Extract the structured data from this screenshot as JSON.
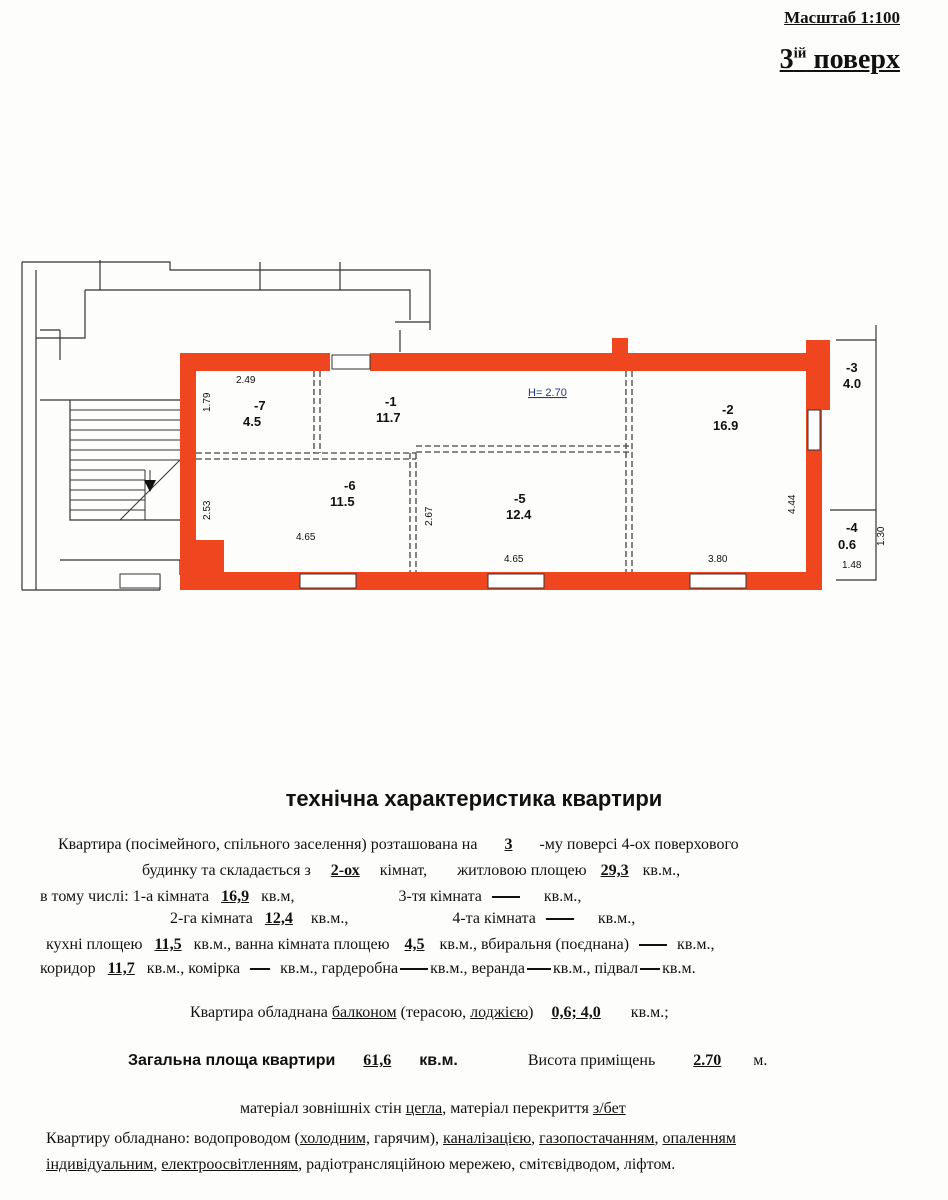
{
  "header": {
    "scale": "Масштаб 1:100",
    "floor_num": "3",
    "floor_sup": "ій",
    "floor_word": "поверх"
  },
  "plan": {
    "height_label": "H= 2.70",
    "rooms": [
      {
        "num": "-1",
        "area": "11.7"
      },
      {
        "num": "-2",
        "area": "16.9"
      },
      {
        "num": "-3",
        "area": "4.0"
      },
      {
        "num": "-4",
        "area": "0.6"
      },
      {
        "num": "-5",
        "area": "12.4"
      },
      {
        "num": "-6",
        "area": "11.5"
      },
      {
        "num": "-7",
        "area": "4.5"
      }
    ],
    "dims": {
      "d249": "2.49",
      "d179": "1.79",
      "d253": "2.53",
      "d267": "2.67",
      "d465a": "4.65",
      "d465b": "4.65",
      "d380": "3.80",
      "d444": "4.44",
      "d130": "1.30",
      "d148": "1.48"
    },
    "colors": {
      "wall": "#f0461f"
    }
  },
  "doc": {
    "title": "технічна характеристика квартири",
    "l1_a": "Квартира (посімейного, спільного заселення) розташована на",
    "l1_v": "3",
    "l1_b": "-му  поверсі 4-ох поверхового",
    "l2_a": "будинку та складається з",
    "l2_v": "2-ох",
    "l2_b": "кімнат,",
    "l2_c": "житловою площею",
    "l2_v2": "29,3",
    "l2_d": "кв.м.,",
    "l3_a": "в тому числі:  1-а кімната",
    "l3_v": "16,9",
    "l3_b": "кв.м,",
    "l3_c": "3-тя кімната",
    "l3_d": "кв.м.,",
    "l4_a": "2-га кімната",
    "l4_v": "12,4",
    "l4_b": "кв.м.,",
    "l4_c": "4-та кімната",
    "l4_d": "кв.м.,",
    "l5_a": "кухні площею",
    "l5_v": "11,5",
    "l5_b": "кв.м.,   ванна кімната площею",
    "l5_v2": "4,5",
    "l5_c": "кв.м., вбиральня (поєднана)",
    "l5_d": "кв.м.,",
    "l6_a": "коридор",
    "l6_v": "11,7",
    "l6_b": "кв.м., комірка",
    "l6_c": "кв.м., гардеробна",
    "l6_d": "кв.м., веранда",
    "l6_e": "кв.м., підвал",
    "l6_f": "кв.м.",
    "l7_a": "Квартира обладнана",
    "l7_u1": "балконом",
    "l7_b": "(терасою,",
    "l7_u2": "лоджією",
    "l7_c": ")",
    "l7_v": "0,6; 4,0",
    "l7_d": "кв.м.;",
    "l8_a": "Загальна площа квартири",
    "l8_v": "61,6",
    "l8_b": "кв.м.",
    "l8_c": "Висота приміщень",
    "l8_v2": "2.70",
    "l8_d": "м.",
    "l9_a": "матеріал зовнішніх стін",
    "l9_u1": "цегла",
    "l9_b": ", матеріал перекриття",
    "l9_u2": "з/бет",
    "l10_a": "Квартиру обладнано: водопроводом (",
    "l10_u1": "холодним,",
    "l10_b": " гарячим), ",
    "l10_u2": "каналізацією",
    "l10_c": ", ",
    "l10_u3": "газопостачанням",
    "l10_d": ", ",
    "l10_u4": "опаленням",
    "l11_u1": "індивідуальним",
    "l11_a": ", ",
    "l11_u2": "електроосвітленням",
    "l11_b": ", радіотрансляційною мережею, смітєвідводом, ліфтом."
  }
}
